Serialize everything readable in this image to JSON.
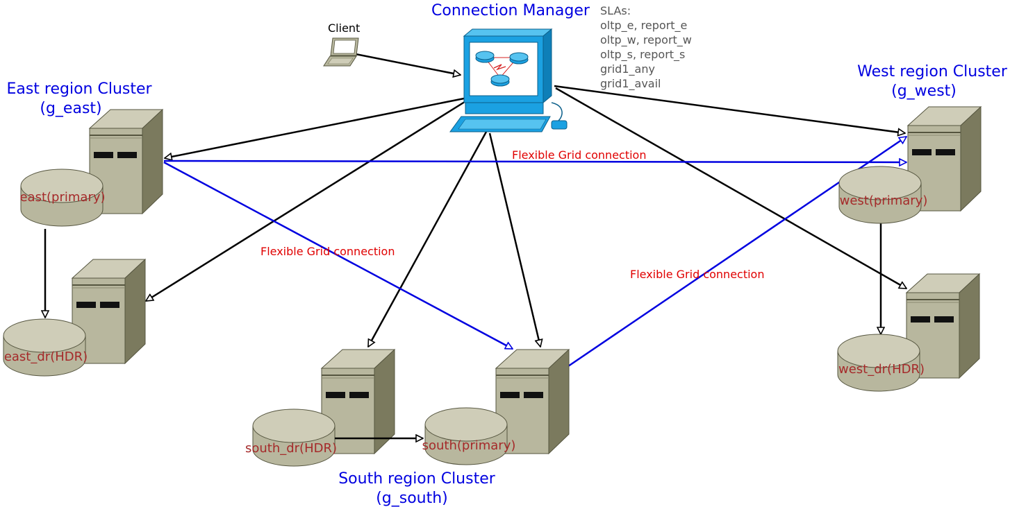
{
  "connection_manager": {
    "title": "Connection Manager",
    "slas_heading": "SLAs:",
    "slas": [
      "oltp_e, report_e",
      "oltp_w, report_w",
      "oltp_s, report_s",
      "grid1_any",
      "grid1_avail"
    ]
  },
  "client": {
    "label": "Client"
  },
  "clusters": {
    "east": {
      "title": "East region Cluster",
      "group": "(g_east)",
      "primary": "east(primary)",
      "dr": "east_dr(HDR)"
    },
    "west": {
      "title": "West region Cluster",
      "group": "(g_west)",
      "primary": "west(primary)",
      "dr": "west_dr(HDR)"
    },
    "south": {
      "title": "South region Cluster",
      "group": "(g_south)",
      "primary": "south(primary)",
      "dr": "south_dr(HDR)"
    }
  },
  "grid_connection_label": "Flexible Grid connection",
  "colors": {
    "cluster_title": "#0000e0",
    "db_label": "#a52a2a",
    "grid_line": "#0000e0",
    "grid_label": "#e00000",
    "server_front": "#b8b79e",
    "server_top": "#cfcdb8",
    "server_side": "#7b7a5e",
    "monitor": "#1ba1e2"
  }
}
